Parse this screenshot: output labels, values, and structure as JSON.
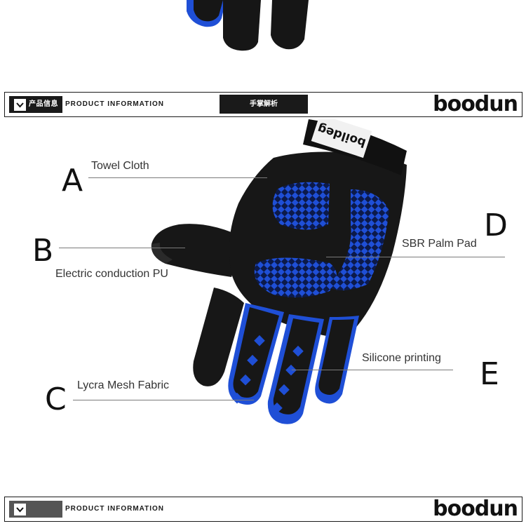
{
  "header_band": {
    "cn_label": "产品信息",
    "title": "PRODUCT INFORMATION",
    "tab_label": "手掌解析",
    "logo": "boodun"
  },
  "glove": {
    "brand_text": "boildeg",
    "palm_color": "#1f4fd6",
    "body_color": "#141414"
  },
  "callouts": [
    {
      "letter": "A",
      "label": "Towel Cloth"
    },
    {
      "letter": "B",
      "label": "Electric conduction PU"
    },
    {
      "letter": "C",
      "label": "Lycra Mesh Fabric"
    },
    {
      "letter": "D",
      "label": "SBR Palm Pad"
    },
    {
      "letter": "E",
      "label": "Silicone printing"
    }
  ],
  "footer_band": {
    "title": "PRODUCT INFORMATION",
    "logo": "boodun"
  }
}
